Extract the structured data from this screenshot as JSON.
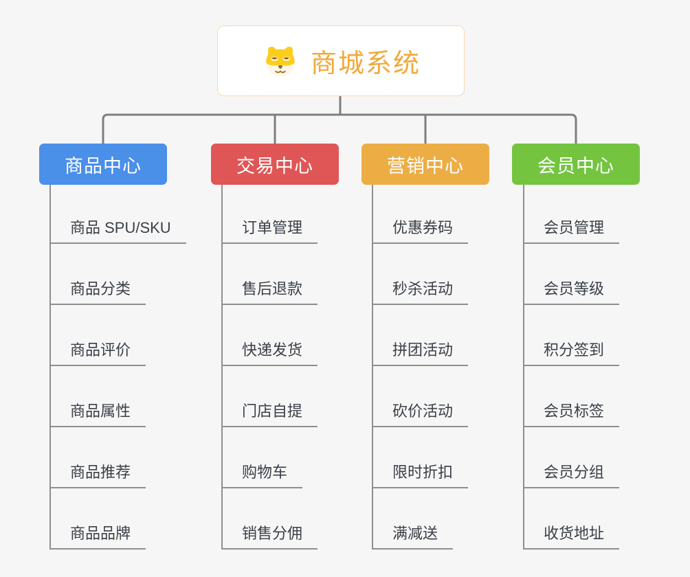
{
  "root": {
    "title": "商城系统",
    "icon": "doge-icon",
    "accent_color": "#f2a93b",
    "border_color": "#f3b05c",
    "background": "#ffffff"
  },
  "connectors": {
    "tree_color": "#7e7e7e",
    "leaf_line_color": "#8e8e8e"
  },
  "branches": [
    {
      "label": "商品中心",
      "color": "#4a8fe8",
      "items": [
        "商品 SPU/SKU",
        "商品分类",
        "商品评价",
        "商品属性",
        "商品推荐",
        "商品品牌"
      ]
    },
    {
      "label": "交易中心",
      "color": "#e05656",
      "items": [
        "订单管理",
        "售后退款",
        "快递发货",
        "门店自提",
        "购物车",
        "销售分佣"
      ]
    },
    {
      "label": "营销中心",
      "color": "#ecae44",
      "items": [
        "优惠券码",
        "秒杀活动",
        "拼团活动",
        "砍价活动",
        "限时折扣",
        "满减送"
      ]
    },
    {
      "label": "会员中心",
      "color": "#74c440",
      "items": [
        "会员管理",
        "会员等级",
        "积分签到",
        "会员标签",
        "会员分组",
        "收货地址"
      ]
    }
  ]
}
